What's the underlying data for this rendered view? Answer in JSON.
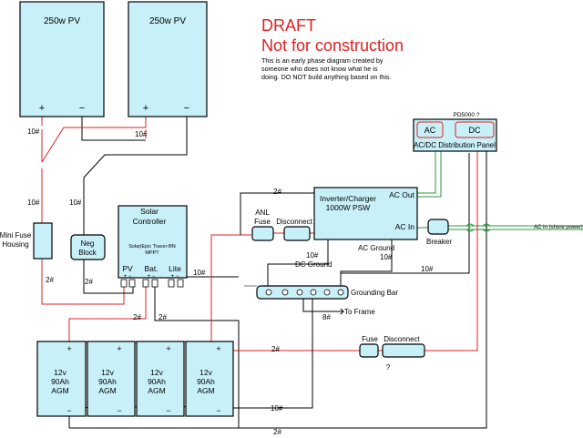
{
  "draft": {
    "title_line1": "DRAFT",
    "title_line2": "Not for construction",
    "note_line1": "This is an early phase diagram created by",
    "note_line2": "someone who does not know what he is",
    "note_line3": "doing. DO NOT build anything based on this."
  },
  "panels": {
    "left": {
      "label": "250w PV",
      "plus": "+",
      "minus": "−"
    },
    "right": {
      "label": "250w PV",
      "plus": "+",
      "minus": "−"
    }
  },
  "controller": {
    "title_line1": "Solar",
    "title_line2": "Controller",
    "model_line1": "Solar|Epic Tracer-BN",
    "model_line2": "MPPT",
    "pv_label": "PV",
    "bat_label": "Bat.",
    "lite_label": "Lite",
    "pm": "+ −"
  },
  "inverter": {
    "line1": "Inverter/Charger",
    "line2": "1000W PSW",
    "ac_out": "AC Out",
    "ac_in": "AC In"
  },
  "distribution_panel": {
    "model": "PD5000 ?",
    "ac": "AC",
    "dc": "DC",
    "label": "AC/DC Distribution Panel"
  },
  "components": {
    "mini_fuse_line1": "Mini Fuse",
    "mini_fuse_line2": "Housing",
    "neg_block_line1": "Neg",
    "neg_block_line2": "Block",
    "anl_fuse_line1": "ANL",
    "anl_fuse_line2": "Fuse",
    "disconnect_top": "Disconnect",
    "breaker": "Breaker",
    "ac_in_shore": "AC In (shore power)",
    "grounding_bar": "Grounding Bar",
    "fuse_bottom": "Fuse",
    "disconnect_bottom": "Disconnect",
    "question_mark": "?",
    "to_frame": "To Frame"
  },
  "batteries": [
    {
      "line1": "12v",
      "line2": "90Ah",
      "line3": "AGM",
      "plus": "+",
      "minus": "−"
    },
    {
      "line1": "12v",
      "line2": "90Ah",
      "line3": "AGM",
      "plus": "+",
      "minus": "−"
    },
    {
      "line1": "12v",
      "line2": "90Ah",
      "line3": "AGM",
      "plus": "+",
      "minus": "−"
    },
    {
      "line1": "12v",
      "line2": "90Ah",
      "line3": "AGM",
      "plus": "+",
      "minus": "−"
    }
  ],
  "wire_labels": {
    "w_10_a": "10#",
    "w_10_b": "10#",
    "w_10_c": "10#",
    "w_10_d": "10#",
    "w_2_inv": "2#",
    "w_2_fuse": "2#",
    "w_2_neg": "2#",
    "w_10_lite": "10#",
    "w_10_dcg": "10#",
    "dc_ground": "DC Ground",
    "ac_ground": "AC Ground",
    "w_10_acg": "10#",
    "w_10_dist": "10#",
    "w_2_bat": "2#",
    "w_2_bat2": "2#",
    "w_8_frame": "8#",
    "w_2_fuse2": "2#",
    "w_10_bot": "10#",
    "w_2_bot": "2#"
  }
}
